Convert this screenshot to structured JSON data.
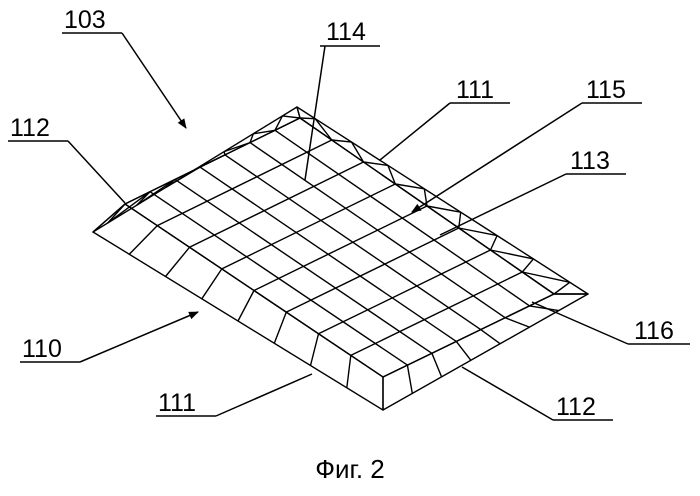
{
  "figure": {
    "caption": "Фиг. 2",
    "labels": {
      "l103": "103",
      "l114": "114",
      "l111_top": "111",
      "l115": "115",
      "l112_left": "112",
      "l113": "113",
      "l116": "116",
      "l110": "110",
      "l111_bottom": "111",
      "l112_bottom": "112"
    }
  }
}
